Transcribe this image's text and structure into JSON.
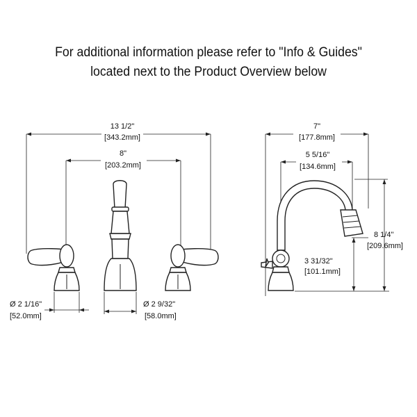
{
  "header": {
    "line1": "For additional information please refer to \"Info & Guides\"",
    "line2": "located next to the Product Overview below"
  },
  "front_view": {
    "overall_width": {
      "imperial": "13 1/2\"",
      "metric": "[343.2mm]"
    },
    "center_spread": {
      "imperial": "8\"",
      "metric": "[203.2mm]"
    },
    "handle_base_dia": {
      "imperial": "Ø 2 1/16\"",
      "metric": "[52.0mm]"
    },
    "spout_base_dia": {
      "imperial": "Ø 2 9/32\"",
      "metric": "[58.0mm]"
    }
  },
  "side_view": {
    "reach_depth": {
      "imperial": "7\"",
      "metric": "[177.8mm]"
    },
    "spout_reach": {
      "imperial": "5 5/16\"",
      "metric": "[134.6mm]"
    },
    "overall_height": {
      "imperial": "8 1/4\"",
      "metric": "[209.6mm]"
    },
    "spout_height": {
      "imperial": "3 31/32\"",
      "metric": "[101.1mm]"
    }
  },
  "colors": {
    "line": "#222222",
    "text": "#111111",
    "background": "#ffffff"
  }
}
